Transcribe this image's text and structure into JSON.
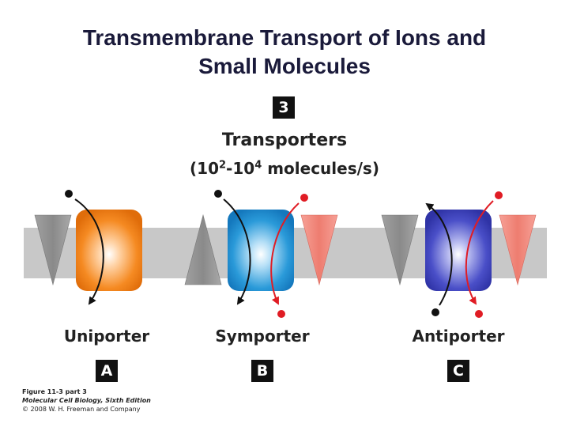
{
  "title": {
    "line1": "Transmembrane Transport of Ions and",
    "line2": "Small Molecules"
  },
  "panel": {
    "badge": "3",
    "heading": "Transporters",
    "rate_prefix": "(10",
    "rate_exp1": "2",
    "rate_mid": "-10",
    "rate_exp2": "4",
    "rate_suffix": " molecules/s)"
  },
  "transporters": [
    {
      "label": "Uniporter",
      "badge": "A",
      "color": "#f07a12"
    },
    {
      "label": "Symporter",
      "badge": "B",
      "color": "#1c8fd6"
    },
    {
      "label": "Antiporter",
      "badge": "C",
      "color": "#3a3fb8"
    }
  ],
  "credit": {
    "line1": "Figure 11-3 part 3",
    "line2": "Molecular Cell Biology, Sixth Edition",
    "line3": "© 2008 W. H. Freeman and Company"
  },
  "colors": {
    "membrane": "#c8c8c8",
    "gray_gradient": "#9a9a9a",
    "red_gradient": "#f28b80",
    "black_ion": "#111111",
    "red_ion": "#e01c24"
  }
}
